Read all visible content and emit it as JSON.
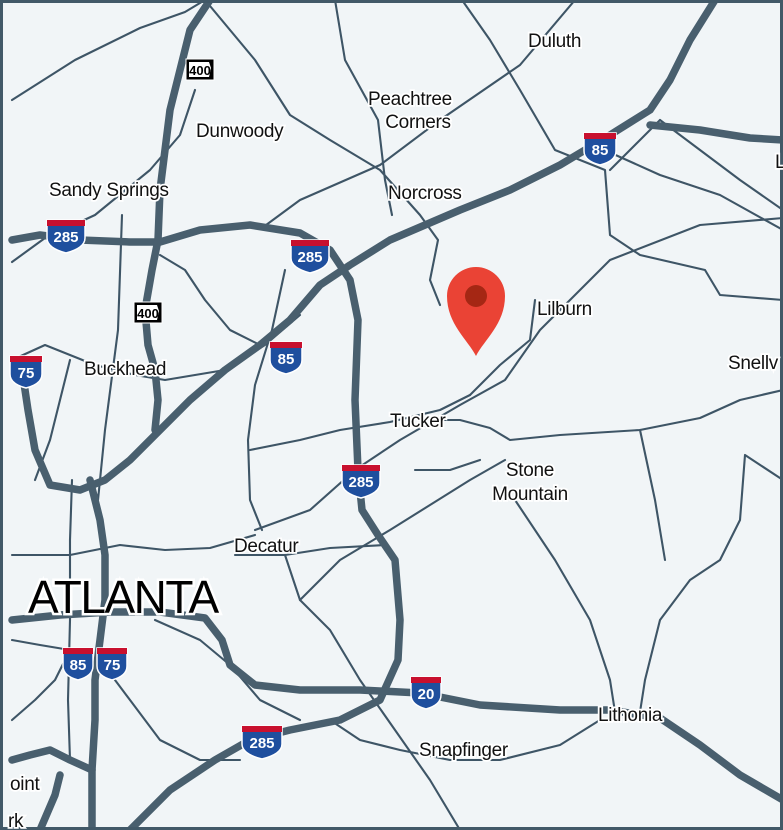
{
  "map": {
    "background_color": "#f1f5f7",
    "road_color": "#495f6e",
    "pin_color": "#ea4335",
    "cities": [
      {
        "id": "duluth",
        "label": "Duluth"
      },
      {
        "id": "peachtree-corners-1",
        "label": "Peachtree"
      },
      {
        "id": "peachtree-corners-2",
        "label": "Corners"
      },
      {
        "id": "dunwoody",
        "label": "Dunwoody"
      },
      {
        "id": "sandy-springs",
        "label": "Sandy Springs"
      },
      {
        "id": "norcross",
        "label": "Norcross"
      },
      {
        "id": "lilburn",
        "label": "Lilburn"
      },
      {
        "id": "buckhead",
        "label": "Buckhead"
      },
      {
        "id": "snellville",
        "label": "Snellv"
      },
      {
        "id": "tucker",
        "label": "Tucker"
      },
      {
        "id": "stone-mountain-1",
        "label": "Stone"
      },
      {
        "id": "stone-mountain-2",
        "label": "Mountain"
      },
      {
        "id": "decatur",
        "label": "Decatur"
      },
      {
        "id": "atlanta",
        "label": "ATLANTA"
      },
      {
        "id": "lithonia",
        "label": "Lithonia"
      },
      {
        "id": "snapfinger",
        "label": "Snapfinger"
      },
      {
        "id": "east-point",
        "label": "oint"
      },
      {
        "id": "east-park",
        "label": "rk"
      },
      {
        "id": "lawrenceville",
        "label": "L"
      }
    ],
    "interstate_shields": [
      {
        "id": "i85-ne",
        "number": "85"
      },
      {
        "id": "i285-nw",
        "number": "285"
      },
      {
        "id": "i285-n",
        "number": "285"
      },
      {
        "id": "i85-mid",
        "number": "85"
      },
      {
        "id": "i75-w",
        "number": "75"
      },
      {
        "id": "i285-e",
        "number": "285"
      },
      {
        "id": "i85-s",
        "number": "85"
      },
      {
        "id": "i75-s",
        "number": "75"
      },
      {
        "id": "i20-e",
        "number": "20"
      },
      {
        "id": "i285-s",
        "number": "285"
      }
    ],
    "state_route_shields": [
      {
        "id": "sr400-n",
        "number": "400"
      },
      {
        "id": "sr400-s",
        "number": "400"
      }
    ],
    "pin": {
      "icon": "location-pin-icon"
    }
  }
}
